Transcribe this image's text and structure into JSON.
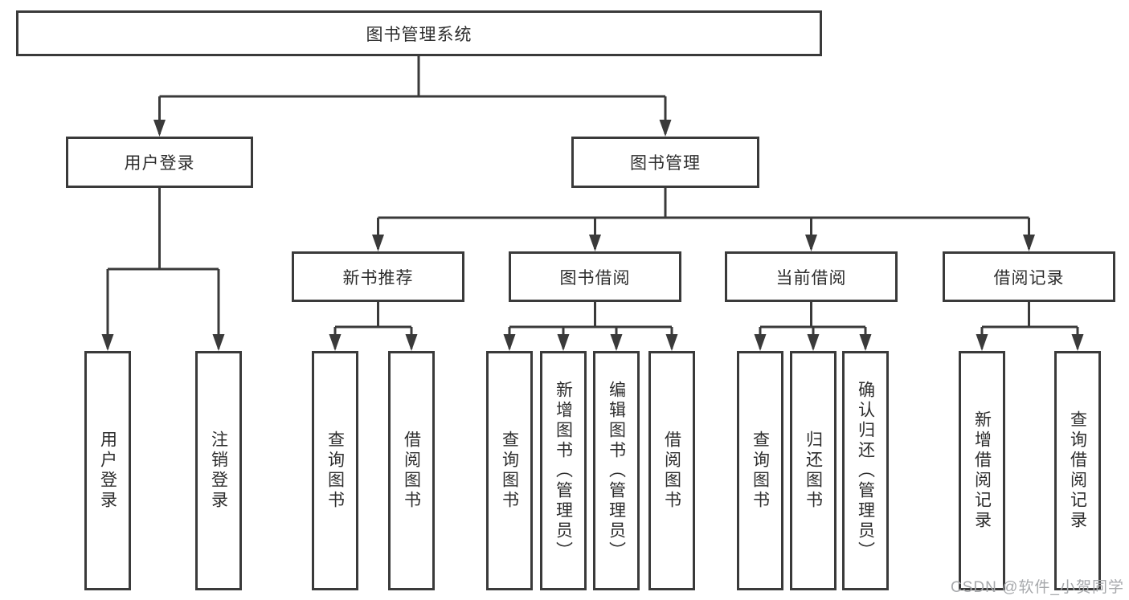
{
  "root": {
    "label": "图书管理系统"
  },
  "level2": [
    {
      "label": "用户登录"
    },
    {
      "label": "图书管理"
    }
  ],
  "level3": [
    {
      "label": "新书推荐"
    },
    {
      "label": "图书借阅"
    },
    {
      "label": "当前借阅"
    },
    {
      "label": "借阅记录"
    }
  ],
  "leaves": [
    {
      "label": "用户登录"
    },
    {
      "label": "注销登录"
    },
    {
      "label": "查询图书"
    },
    {
      "label": "借阅图书"
    },
    {
      "label": "查询图书"
    },
    {
      "label": "新增图书（管理员）"
    },
    {
      "label": "编辑图书（管理员）"
    },
    {
      "label": "借阅图书"
    },
    {
      "label": "查询图书"
    },
    {
      "label": "归还图书"
    },
    {
      "label": "确认归还（管理员）"
    },
    {
      "label": "新增借阅记录"
    },
    {
      "label": "查询借阅记录"
    }
  ],
  "watermark": {
    "text": "CSDN @软件_小贺同学"
  },
  "colors": {
    "line": "#3a3a3a",
    "text": "#2d2d2d",
    "watermark": "#a7a9ac",
    "background": "#ffffff"
  }
}
